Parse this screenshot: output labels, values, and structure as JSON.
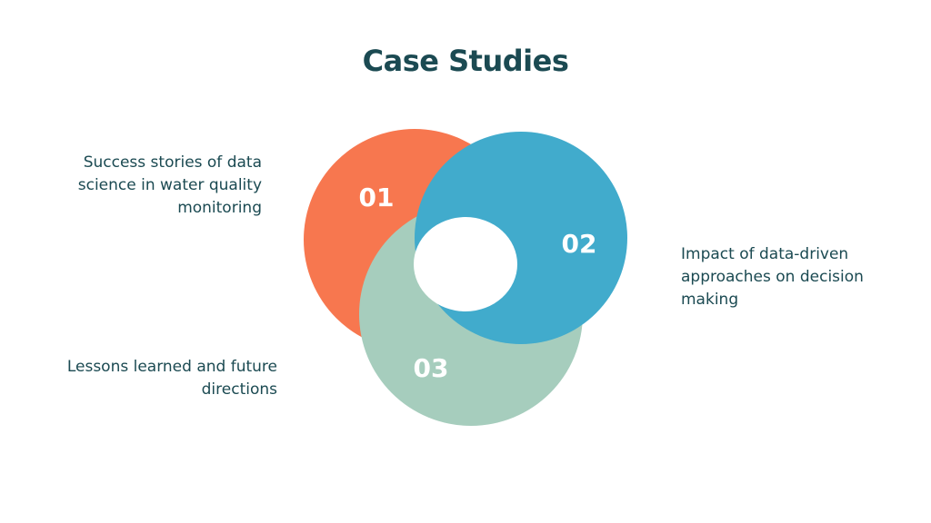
{
  "title": "Case Studies",
  "colors": {
    "title_text": "#1b4a52",
    "body_text": "#1b4a52",
    "item_01": "#f7774f",
    "item_02": "#41abcc",
    "item_03": "#a6cdbd",
    "number_text": "#ffffff"
  },
  "items": [
    {
      "number": "01",
      "text": "Success stories of data science in water quality monitoring"
    },
    {
      "number": "02",
      "text": "Impact of data-driven approaches on decision making"
    },
    {
      "number": "03",
      "text": "Lessons learned and future directions"
    }
  ]
}
